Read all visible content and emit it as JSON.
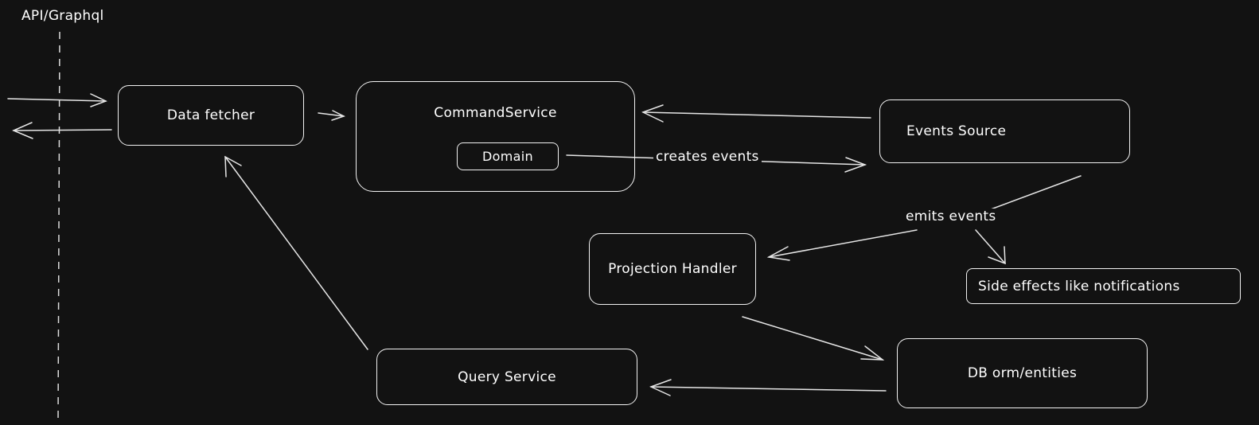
{
  "boundary": {
    "label": "API/Graphql"
  },
  "nodes": {
    "data_fetcher": "Data fetcher",
    "command_service": "CommandService",
    "domain": "Domain",
    "events_source": "Events Source",
    "projection_handler": "Projection Handler",
    "side_effects": "Side effects like notifications",
    "query_service": "Query Service",
    "db_entities": "DB orm/entities"
  },
  "edges": {
    "creates_events": "creates events",
    "emits_events": "emits events"
  },
  "colors": {
    "background": "#121212",
    "stroke": "#f2f2f2",
    "text": "#ffffff"
  }
}
